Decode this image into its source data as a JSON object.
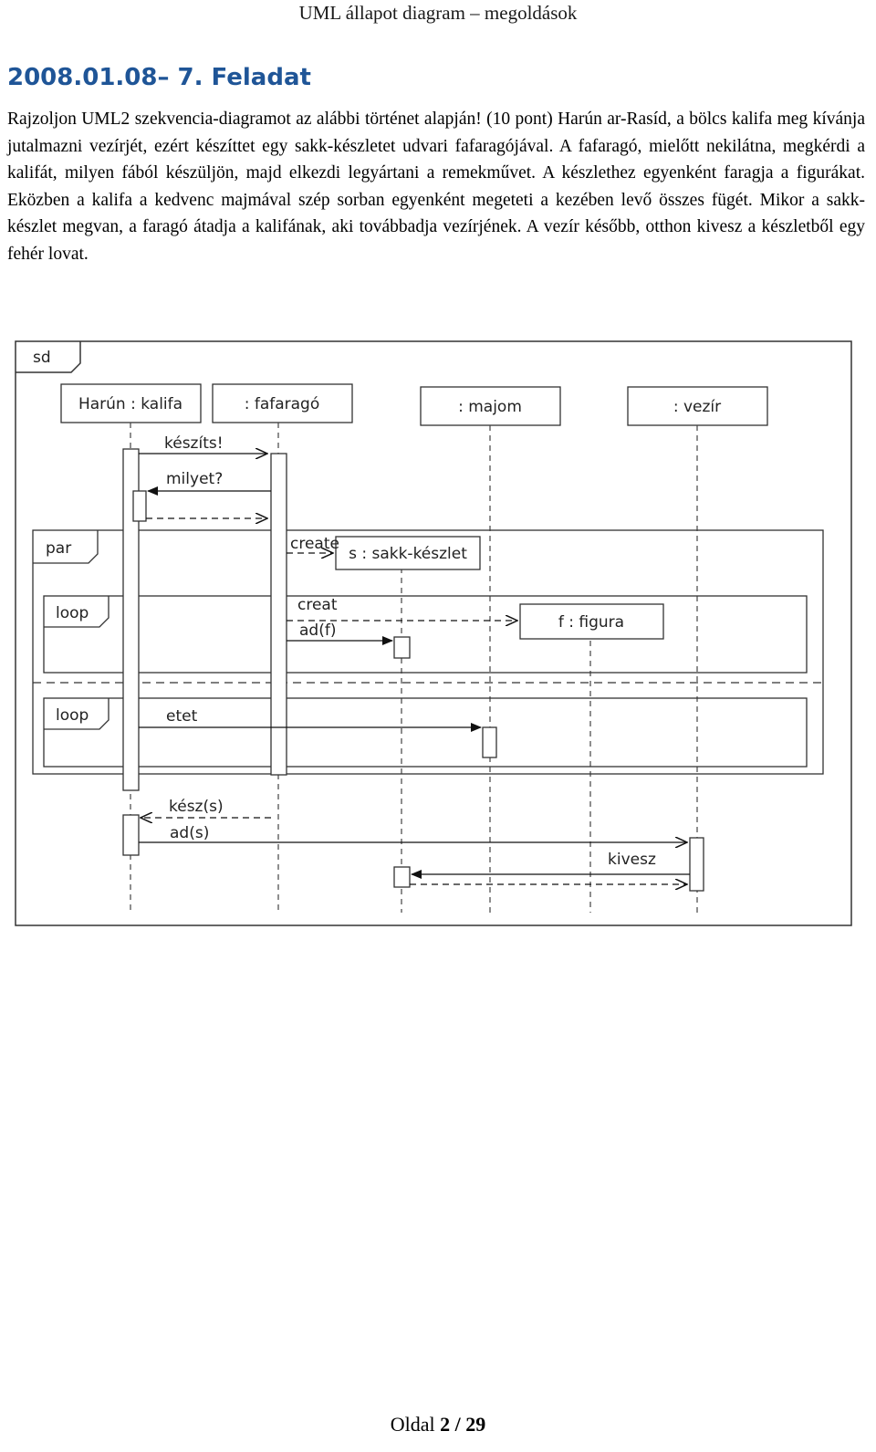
{
  "header": {
    "title": "UML állapot diagram – megoldások"
  },
  "section": {
    "title": "2008.01.08– 7. Feladat"
  },
  "task": {
    "text": "Rajzoljon UML2 szekvencia-diagramot az alábbi történet alapján! (10 pont) Harún ar-Rasíd, a bölcs kalifa meg kívánja jutalmazni vezírjét, ezért készíttet egy sakk-készletet udvari fafaragójával. A fafaragó, mielőtt nekilátna, megkérdi a kalifát, milyen fából készüljön, majd elkezdi legyártani a remekművet. A készlethez egyenként faragja a figurákat. Eközben a kalifa a kedvenc majmával szép sorban egyenként megeteti a kezében levő összes fügét. Mikor a sakk-készlet megvan, a faragó átadja a kalifának, aki továbbadja vezírjének. A vezír később, otthon kivesz a készletből egy fehér lovat."
  },
  "diagram": {
    "frame_label": "sd",
    "lifelines": {
      "kalifa": "Harún : kalifa",
      "faragó": ": fafaragó",
      "majom": ": majom",
      "vezír": ": vezír",
      "keszlet": "s : sakk-készlet",
      "figura": "f : figura"
    },
    "fragments": {
      "par": "par",
      "loop1": "loop",
      "loop2": "loop"
    },
    "messages": {
      "keszits": "készíts!",
      "milyet": "milyet?",
      "create": "create",
      "creat": "creat",
      "ad_f": "ad(f)",
      "etet": "etet",
      "kesz_s": "kész(s)",
      "ad_s": "ad(s)",
      "kivesz": "kivesz"
    }
  },
  "footer": {
    "prefix": "Oldal ",
    "page": "2 / 29"
  }
}
